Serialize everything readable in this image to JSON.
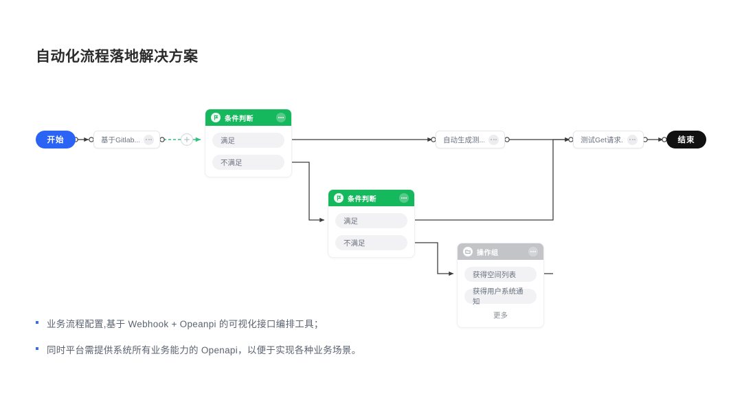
{
  "page": {
    "title": "自动化流程落地解决方案"
  },
  "flow": {
    "start_label": "开始",
    "end_label": "结束",
    "tasks": [
      {
        "label": "基于Gitlab...",
        "menu_icon": "ellipsis-icon"
      },
      {
        "label": "自动生成测...",
        "menu_icon": "ellipsis-icon"
      },
      {
        "label": "测试Get请求...",
        "menu_icon": "ellipsis-icon"
      }
    ],
    "groups": [
      {
        "type": "condition",
        "header": "条件判断",
        "header_icon": "flag-icon",
        "menu_icon": "ellipsis-icon",
        "rows": [
          "满足",
          "不满足"
        ]
      },
      {
        "type": "condition",
        "header": "条件判断",
        "header_icon": "flag-icon",
        "menu_icon": "ellipsis-icon",
        "rows": [
          "满足",
          "不满足"
        ]
      },
      {
        "type": "operation",
        "header": "操作组",
        "header_icon": "folder-icon",
        "menu_icon": "ellipsis-icon",
        "rows": [
          "获得空间列表",
          "获得用户系统通知"
        ],
        "more_label": "更多"
      }
    ],
    "add_button_icon": "plus-circle-icon",
    "colors": {
      "start": "#2b63f5",
      "end": "#111111",
      "condition_header": "#15b85c",
      "operation_header": "#c3c4c8",
      "wire": "#3b3b3b",
      "wire_dashed": "#2ec27e"
    }
  },
  "bullets": [
    "业务流程配置,基于 Webhook + Opeanpi 的可视化接口编排工具；",
    "同时平台需提供系统所有业务能力的 Openapi，以便于实现各种业务场景。"
  ]
}
